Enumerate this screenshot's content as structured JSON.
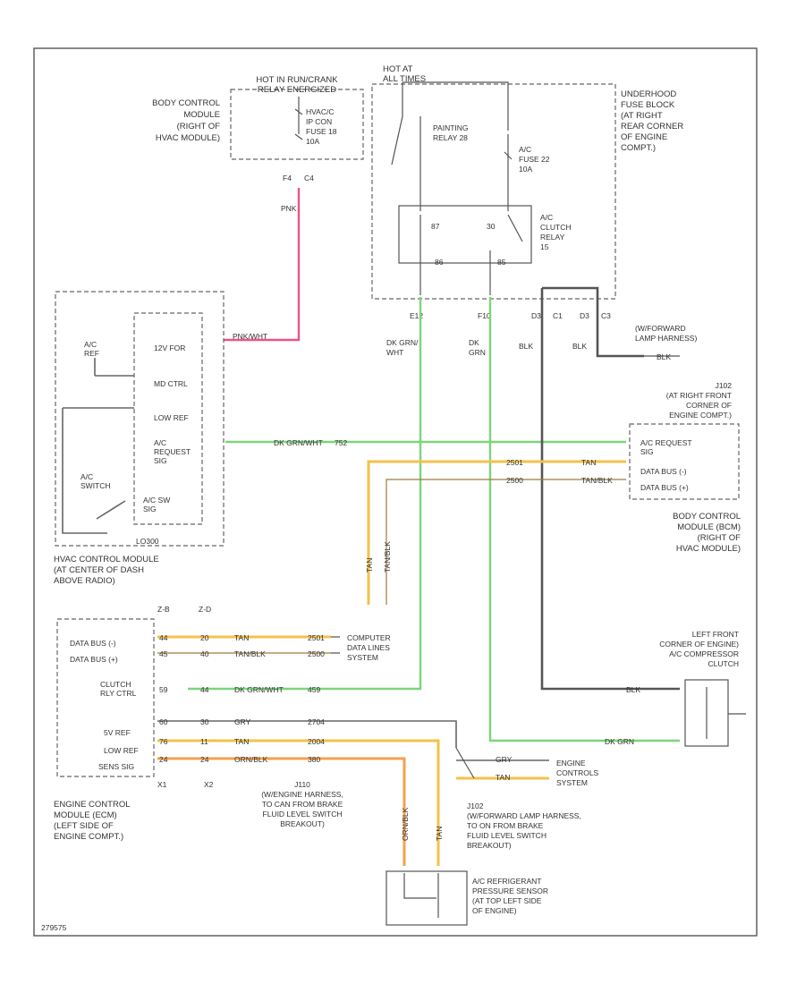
{
  "labels": {
    "hot_run_crank": "HOT IN RUN/CRANK\nRELAY ENERGIZED",
    "hot_at_all_times": "HOT AT\nALL TIMES",
    "bcm_top": "BODY CONTROL\nMODULE\n(RIGHT OF\nHVAC MODULE)",
    "hvac_fuse": "HVAC/C\nIP CON\nFUSE 18\n10A",
    "underhood_fuse_block": "UNDERHOOD\nFUSE BLOCK\n(AT RIGHT\nREAR CORNER\nOF ENGINE\nCOMPT.)",
    "painting_relay": "PAINTING\nRELAY 28",
    "ac_fuse": "A/C\nFUSE 22\n10A",
    "ac_clutch_relay": "A/C\nCLUTCH\nRELAY\n15",
    "pins_top": [
      "F4",
      "C4"
    ],
    "pnk": "PNK",
    "relay_pins": [
      "87",
      "30",
      "86",
      "85"
    ],
    "wire_ids": [
      "E12",
      "F10",
      "D3",
      "C1",
      "D3",
      "C3"
    ],
    "wire_colors": [
      "DK GRN/\nWHT",
      "DK\nGRN",
      "BLK",
      "BLK"
    ],
    "hvac_pins": [
      "12V FOR",
      "MD CTRL",
      "LOW REF",
      "A/C\nREQUEST\nSIG",
      "A/C SW\nSIG"
    ],
    "ac_ref": "A/C\nREF",
    "ac_switch": "A/C\nSWITCH",
    "hvac_module": "HVAC CONTROL MODULE\n(AT CENTER OF DASH\nABOVE RADIO)",
    "hvac_bottom_pin": "LO300",
    "fwd_lamp": "(W/FORWARD\nLAMP HARNESS)",
    "fwd_lamp_wire": "BLK",
    "j102": "J102\n(AT RIGHT FRONT\nCORNER OF\nENGINE COMPT.)",
    "bcm_right_pins": [
      "A/C REQUEST\nSIG",
      "DATA BUS (-)",
      "DATA BUS (+)"
    ],
    "bcm_right": "BODY CONTROL\nMODULE (BCM)\n(RIGHT OF\nHVAC MODULE)",
    "row_wire_labels": [
      "DK GRN/WHT",
      "TAN",
      "TAN/BLK"
    ],
    "row_circuits": [
      "752",
      "2501",
      "2500"
    ],
    "pnk_wht_label": "PNK/WHT",
    "vertical_tan": [
      "TAN",
      "TAN/BLK"
    ],
    "ecm_pins": [
      "DATA BUS (-)",
      "DATA BUS (+)",
      "CLUTCH\nRLY CTRL",
      "5V REF",
      "LOW REF",
      "SENS SIG"
    ],
    "ecm_pin_nums": [
      "X1",
      "X2"
    ],
    "ecm_col_heads": [
      "Z-B",
      "Z-D"
    ],
    "ecm_row_vals": [
      [
        "44",
        "20",
        "TAN",
        "2501"
      ],
      [
        "45",
        "40",
        "TAN/BLK",
        "2500"
      ],
      [
        "59",
        "44",
        "DK GRN/WHT",
        "459"
      ],
      [
        "60",
        "30",
        "GRY",
        "2704"
      ],
      [
        "76",
        "11",
        "TAN",
        "2004"
      ],
      [
        "24",
        "24",
        "ORN/BLK",
        "380"
      ]
    ],
    "computer_data": "COMPUTER\nDATA LINES\nSYSTEM",
    "ecm_name": "ENGINE CONTROL\nMODULE (ECM)\n(LEFT SIDE OF\nENGINE COMPT.)",
    "left_front": "LEFT FRONT\nCORNER OF ENGINE)\nA/C COMPRESSOR\nCLUTCH",
    "comp_wires": [
      "BLK",
      "DK GRN"
    ],
    "engine_controls": "ENGINE\nCONTROLS\nSYSTEM",
    "ec_wires": [
      "GRY",
      "TAN"
    ],
    "j110": "J110\n(W/ENGINE HARNESS,\nTO CAN FROM BRAKE\nFLUID LEVEL SWITCH\nBREAKOUT)",
    "j102b": "J102\n(W/FORWARD LAMP HARNESS,\nTO ON FROM BRAKE\nFLUID LEVEL SWITCH\nBREAKOUT)",
    "sensor_vert": [
      "ORN/BLK",
      "TAN"
    ],
    "pressure_sensor": "A/C REFRIGERANT\nPRESSURE SENSOR\n(AT TOP LEFT SIDE\nOF ENGINE)",
    "footer_code": "279575"
  }
}
